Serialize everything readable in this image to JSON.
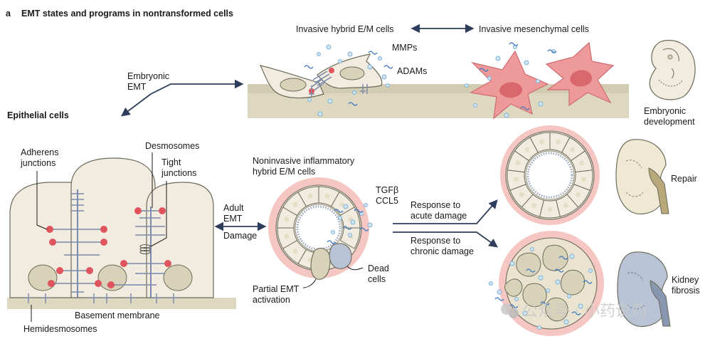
{
  "panel_letter": "a",
  "panel_title": "EMT states and programs in nontransformed cells",
  "top": {
    "hybrid_label": "Invasive hybrid E/M cells",
    "mesenchymal_label": "Invasive mesenchymal cells",
    "mmps": "MMPs",
    "adams": "ADAMs",
    "embryonic_emt_line1": "Embryonic",
    "embryonic_emt_line2": "EMT",
    "embryonic_dev_line1": "Embryonic",
    "embryonic_dev_line2": "development"
  },
  "epithelial": {
    "title": "Epithelial cells",
    "adherens_line1": "Adherens",
    "adherens_line2": "junctions",
    "desmosomes": "Desmosomes",
    "tight_line1": "Tight",
    "tight_line2": "junctions",
    "basement": "Basement membrane",
    "hemidesmosomes": "Hemidesmosomes"
  },
  "middle": {
    "adult_line1": "Adult",
    "adult_line2": "EMT",
    "damage": "Damage",
    "noninvasive_line1": "Noninvasive inflammatory",
    "noninvasive_line2": "hybrid E/M cells",
    "tgfb": "TGFβ",
    "ccl5": "CCL5",
    "partial_line1": "Partial EMT",
    "partial_line2": "activation",
    "dead_line1": "Dead",
    "dead_line2": "cells"
  },
  "right": {
    "acute_line1": "Response to",
    "acute_line2": "acute damage",
    "chronic_line1": "Response to",
    "chronic_line2": "chronic damage",
    "repair": "Repair",
    "kidney_line1": "Kidney",
    "kidney_line2": "fibrosis"
  },
  "watermark": "公众号 · 小药说药",
  "colors": {
    "text": "#1a1a1a",
    "arrow": "#2e3d5c",
    "cell_fill": "#f1ecdf",
    "cell_stroke": "#6b6b5a",
    "nucleus": "#d8d2b8",
    "membrane": "#ddd8bf",
    "mesenchymal": "#ee9a9a",
    "mesenchymal_dark": "#d9686e",
    "halo": "#f6c6c2",
    "junction": "#7a8aa8",
    "red_dot": "#e0545d",
    "bubble": "#a9cde8",
    "kidney_tan": "#efe8d2",
    "kidney_blue": "#b9c3d6"
  }
}
